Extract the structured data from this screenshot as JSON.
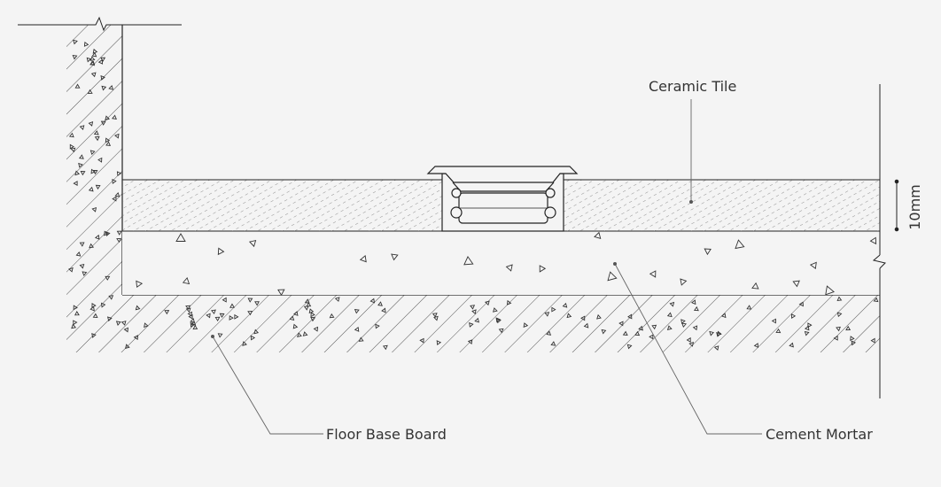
{
  "labels": {
    "ceramic_tile": "Ceramic Tile",
    "floor_base_board": "Floor Base Board",
    "cement_mortar": "Cement Mortar",
    "dimension": "10mm"
  },
  "colors": {
    "background": "#f4f4f4",
    "line": "#222222",
    "hatch": "#555555",
    "leader": "#666666",
    "text": "#333333"
  }
}
